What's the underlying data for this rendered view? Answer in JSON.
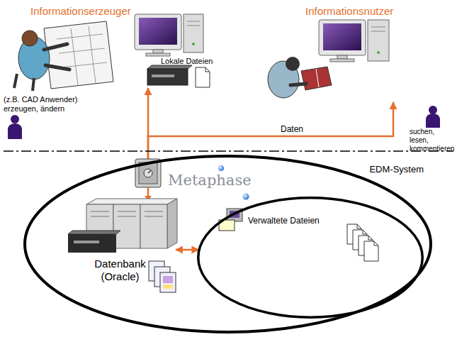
{
  "diagram": {
    "nodes": [
      {
        "text": [
          "Informationserzeuger"
        ]
      },
      {
        "text": [
          "Informationsnutzer"
        ]
      },
      {
        "text": [
          "EDM-System"
        ]
      },
      {
        "text": [
          "Verwaltete Dateien"
        ],
        "in": 2
      },
      {
        "text": [
          "Datenbank (Oracle)"
        ],
        "in": 2
      }
    ],
    "edges": [
      {
        "from": 2,
        "to": 0,
        "arrow": "to"
      },
      {
        "from": 2,
        "to": 1,
        "label": "Daten",
        "arrow": "to"
      },
      {
        "from": 4,
        "to": 3,
        "arrow": "both"
      }
    ],
    "labels": [
      "Lokale Dateien",
      "(z.B. CAD Anwender) erzeugen, ändern",
      "suchen, lesen, kommentieren",
      "Metaphase"
    ]
  }
}
